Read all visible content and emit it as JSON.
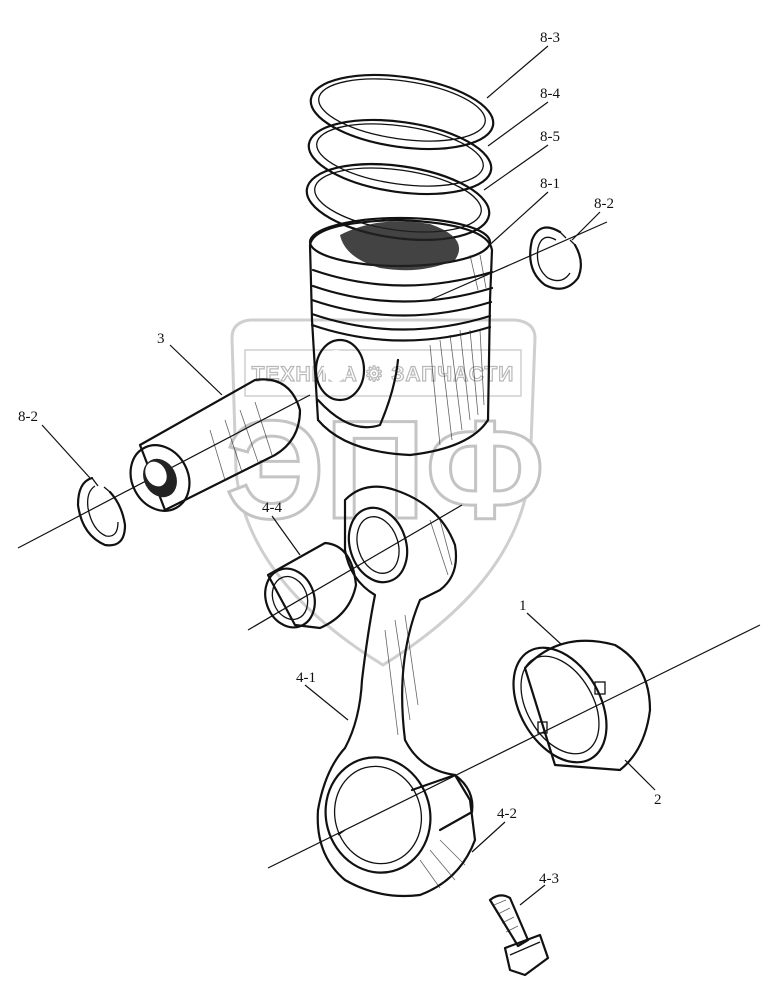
{
  "watermark": {
    "top_text": "ТЕХНИКА  ⚙  ЗАПЧАСТИ",
    "big_text": "ЭПФ"
  },
  "callouts": [
    {
      "id": "label-8-3",
      "text": "8-3"
    },
    {
      "id": "label-8-4",
      "text": "8-4"
    },
    {
      "id": "label-8-5",
      "text": "8-5"
    },
    {
      "id": "label-8-1",
      "text": "8-1"
    },
    {
      "id": "label-8-2-right",
      "text": "8-2"
    },
    {
      "id": "label-3",
      "text": "3"
    },
    {
      "id": "label-8-2-left",
      "text": "8-2"
    },
    {
      "id": "label-4-4",
      "text": "4-4"
    },
    {
      "id": "label-1",
      "text": "1"
    },
    {
      "id": "label-4-1",
      "text": "4-1"
    },
    {
      "id": "label-2",
      "text": "2"
    },
    {
      "id": "label-4-2",
      "text": "4-2"
    },
    {
      "id": "label-4-3",
      "text": "4-3"
    }
  ],
  "colors": {
    "ink": "#111111",
    "watermark": "#c4c4c4",
    "background": "#ffffff"
  }
}
